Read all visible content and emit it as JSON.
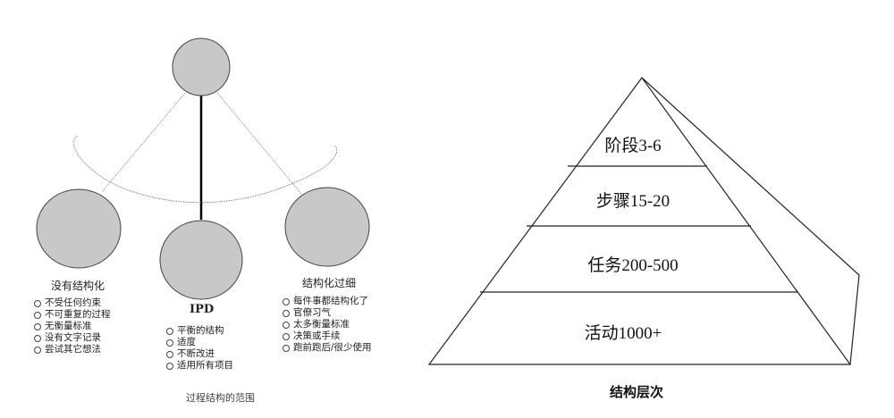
{
  "left_diagram": {
    "caption": "过程结构的范围",
    "nodes": [
      {
        "id": "top",
        "label": "",
        "fill": "#c8c8c8"
      },
      {
        "id": "left",
        "label": "没有结构化",
        "bullets": [
          "不受任何约束",
          "不可重复的过程",
          "无衡量标准",
          "没有文字记录",
          "尝试其它想法"
        ]
      },
      {
        "id": "middle",
        "label": "IPD",
        "bullets": [
          "平衡的结构",
          "适度",
          "不断改进",
          "适用所有项目"
        ]
      },
      {
        "id": "right",
        "label": "结构化过细",
        "bullets": [
          "每件事都结构化了",
          "官僚习气",
          "太多衡量标准",
          "决策或手续",
          "跑前跑后/很少使用"
        ]
      }
    ]
  },
  "right_diagram": {
    "title": "结构层次",
    "tiers": [
      {
        "label": "阶段3-6"
      },
      {
        "label": "步骤15-20"
      },
      {
        "label": "任务200-500"
      },
      {
        "label": "活动1000+"
      }
    ]
  },
  "colors": {
    "circle_fill": "#c8c8c8",
    "stroke": "#333333"
  }
}
